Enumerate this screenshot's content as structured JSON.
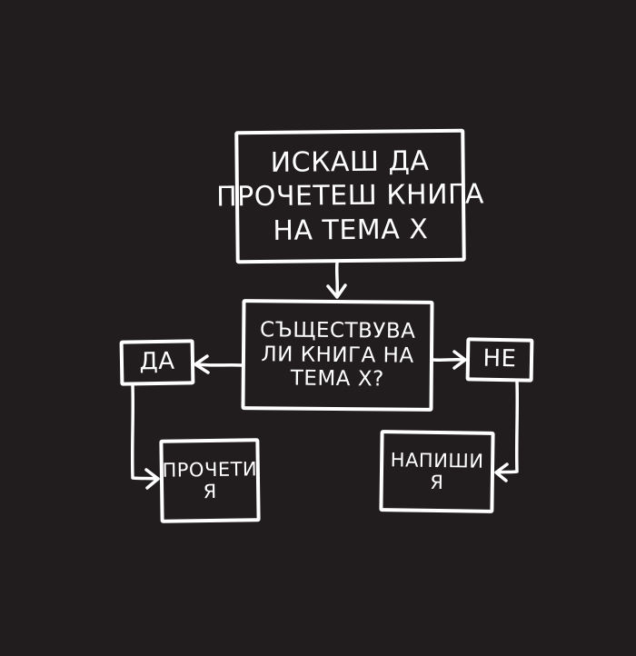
{
  "colors": {
    "background": "#211d1e",
    "ink": "#ffffff"
  },
  "flowchart": {
    "start": {
      "lines": [
        "ИСКАШ ДА",
        "ПРОЧЕТЕШ КНИГА",
        "НА ТЕМА Х"
      ]
    },
    "question": {
      "lines": [
        "СЪЩЕСТВУВА",
        "ЛИ КНИГА НА",
        "ТЕМА Х?"
      ]
    },
    "yes": {
      "label": "ДА"
    },
    "no": {
      "label": "НЕ"
    },
    "read": {
      "lines": [
        "ПРОЧЕТИ",
        "Я"
      ]
    },
    "write": {
      "lines": [
        "НАПИШИ",
        "Я"
      ]
    }
  }
}
